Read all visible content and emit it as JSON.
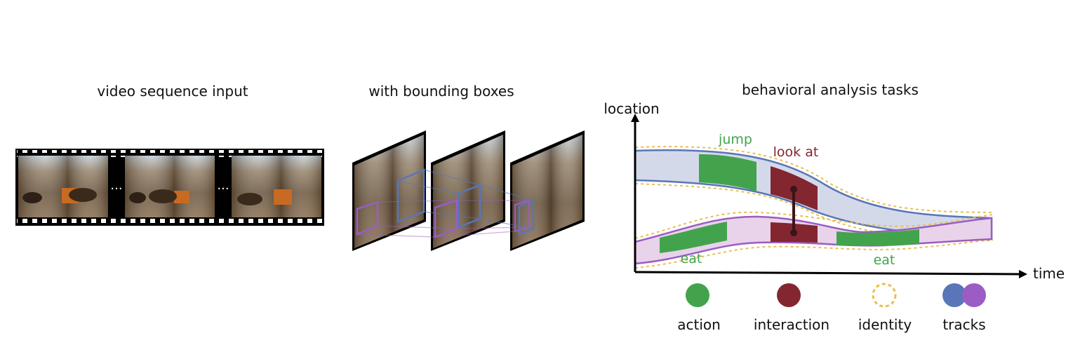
{
  "panels": {
    "video_title": "video sequence input",
    "boxes_title": "with bounding boxes",
    "analysis_title": "behavioral analysis tasks"
  },
  "film": {
    "gap_marker": "..."
  },
  "timeline": {
    "y_axis_label": "location",
    "x_axis_label": "time",
    "top_track_label": "jump",
    "interaction_label": "look at",
    "bottom_track_label_1": "eat",
    "bottom_track_label_2": "eat"
  },
  "legend": {
    "action": "action",
    "interaction": "interaction",
    "identity": "identity",
    "tracks": "tracks"
  },
  "colors": {
    "action": "#43a34d",
    "interaction": "#832630",
    "identity": "#e9bf4f",
    "track_blue": "#5876b8",
    "track_purple": "#9b5cc4",
    "track_blue_fill": "#d4d9ea",
    "track_purple_fill": "#e8d3ea"
  }
}
